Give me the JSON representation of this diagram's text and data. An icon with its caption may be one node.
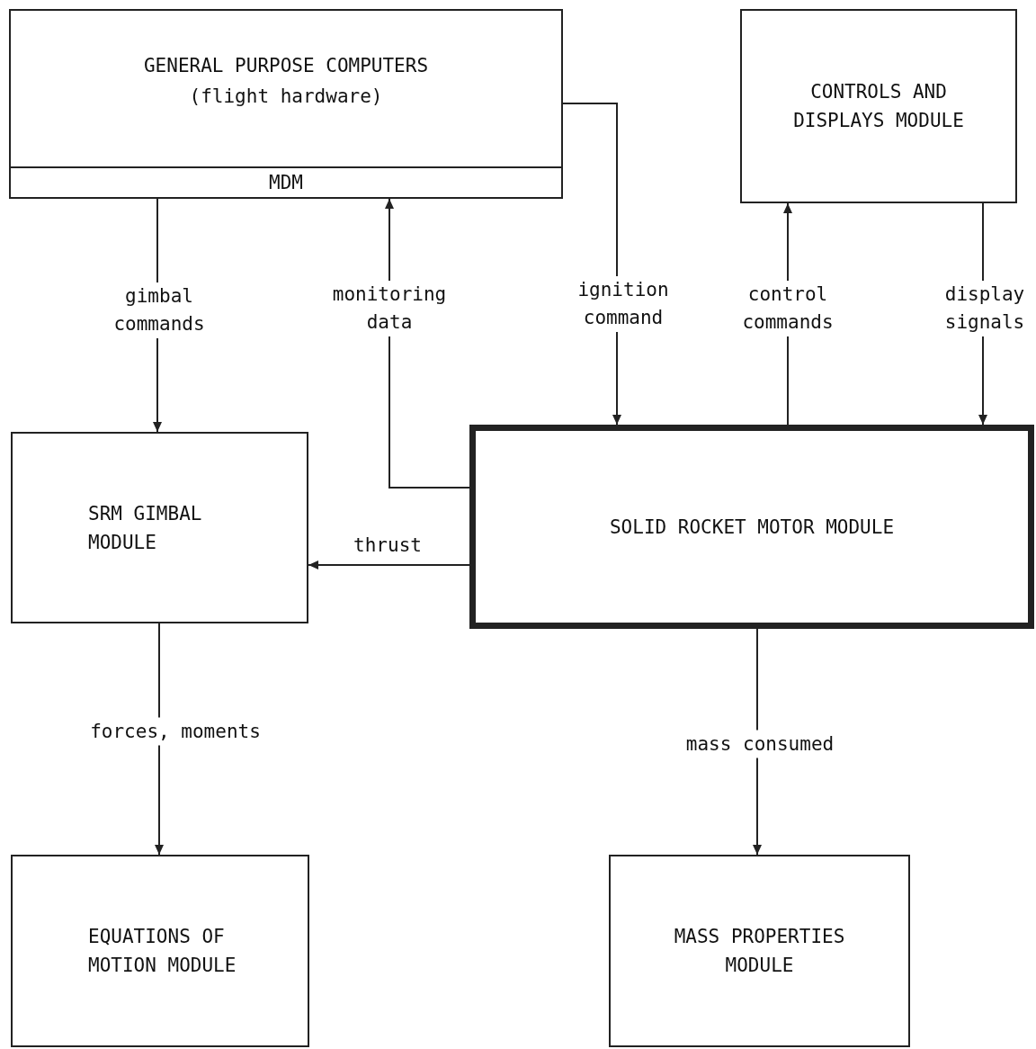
{
  "diagram": {
    "nodes": [
      {
        "text": [
          "GENERAL PURPOSE COMPUTERS",
          "(flight hardware)"
        ]
      },
      {
        "text": [
          "MDM"
        ],
        "in": 0
      },
      {
        "text": [
          "CONTROLS AND DISPLAYS MODULE"
        ]
      },
      {
        "text": [
          "SRM GIMBAL MODULE"
        ]
      },
      {
        "text": [
          "SOLID ROCKET MOTOR MODULE"
        ]
      },
      {
        "text": [
          "EQUATIONS OF MOTION MODULE"
        ]
      },
      {
        "text": [
          "MASS PROPERTIES MODULE"
        ]
      }
    ],
    "edges": [
      {
        "from": 1,
        "to": 3,
        "arrow": "to",
        "label": "gimbal commands"
      },
      {
        "from": 4,
        "to": 1,
        "arrow": "to",
        "label": "monitoring data"
      },
      {
        "from": 0,
        "to": 4,
        "arrow": "to",
        "label": "ignition command"
      },
      {
        "from": 4,
        "to": 2,
        "arrow": "to",
        "label": "control commands"
      },
      {
        "from": 2,
        "to": 4,
        "arrow": "to",
        "label": "display signals"
      },
      {
        "from": 4,
        "to": 3,
        "arrow": "to",
        "label": "thrust"
      },
      {
        "from": 3,
        "to": 5,
        "arrow": "to",
        "label": "forces, moments"
      },
      {
        "from": 4,
        "to": 6,
        "arrow": "to",
        "label": "mass consumed"
      }
    ]
  }
}
